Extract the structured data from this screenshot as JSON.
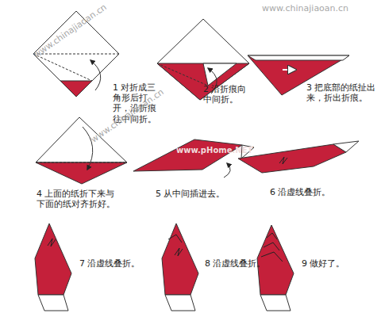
{
  "diagram": {
    "labels": [
      "www.chinajiaoan.cn",
      "www.chinajiaoan.cn",
      "1 对折成三角形后打开，沿折痕往中间折。",
      "2 沿折痕向中间折。",
      "3 把底部的纸扯出来，折出折痕。",
      "www.chinajiaoan.cn",
      "www.pHome.NET",
      "4 上面的纸折下来与下面的纸对齐折好。",
      "5 从中间插进去。",
      "6 沿虚线叠折。",
      "7 沿虚线叠折。",
      "8 沿虚线叠折。",
      "9 做好了。"
    ]
  }
}
